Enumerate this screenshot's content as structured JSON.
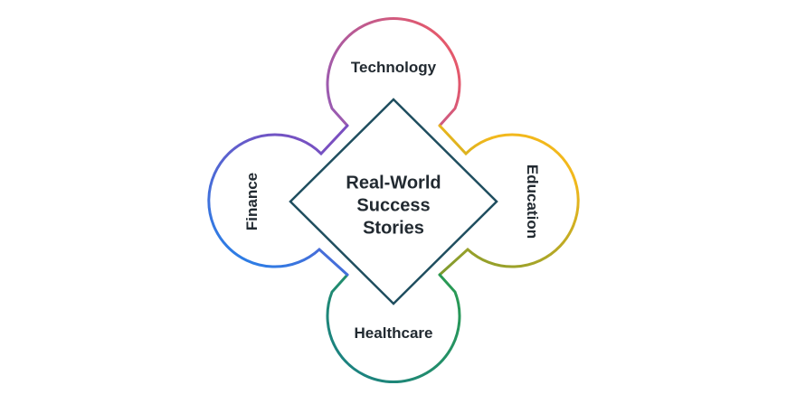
{
  "center": {
    "lines": [
      "Real-World",
      "Success",
      "Stories"
    ]
  },
  "petals": {
    "top": {
      "label": "Technology"
    },
    "right": {
      "label": "Education"
    },
    "bottom": {
      "label": "Healthcare"
    },
    "left": {
      "label": "Finance"
    }
  },
  "colors": {
    "center_border": "#1f4e5f",
    "text": "#222a31",
    "technology_start": "#e4596c",
    "technology_end": "#9b5bb0",
    "education_start": "#f2b81c",
    "education_end": "#7f9a2e",
    "healthcare_start": "#2a9b52",
    "healthcare_end": "#1a7f86",
    "finance_start": "#2a7ee6",
    "finance_end": "#7a4fc0"
  }
}
